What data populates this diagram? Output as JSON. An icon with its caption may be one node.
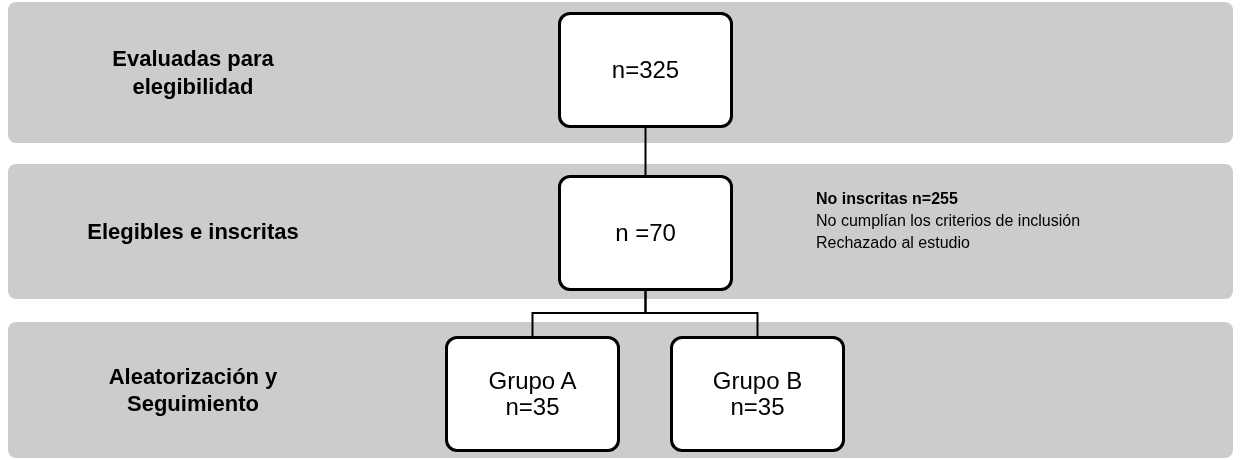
{
  "diagram": {
    "nodes": [
      {
        "text": [
          "Evaluadas para elegibilidad"
        ]
      },
      {
        "text": [
          "Elegibles e inscritas"
        ]
      },
      {
        "text": [
          "Aleatorización y Seguimiento"
        ]
      },
      {
        "text": [
          "n=325"
        ],
        "in": 0
      },
      {
        "text": [
          "n =70"
        ],
        "in": 1
      },
      {
        "text": [
          "Grupo A",
          "n=35"
        ],
        "in": 2
      },
      {
        "text": [
          "Grupo B",
          "n=35"
        ],
        "in": 2
      }
    ],
    "edges": [
      {
        "from": 3,
        "to": 4,
        "arrow": "none"
      },
      {
        "from": 4,
        "to": 5,
        "arrow": "none"
      },
      {
        "from": 4,
        "to": 6,
        "arrow": "none"
      }
    ],
    "labels": [
      "No inscritas n=255",
      "No cumplían los criterios de inclusión",
      "Rechazado al estudio"
    ]
  }
}
